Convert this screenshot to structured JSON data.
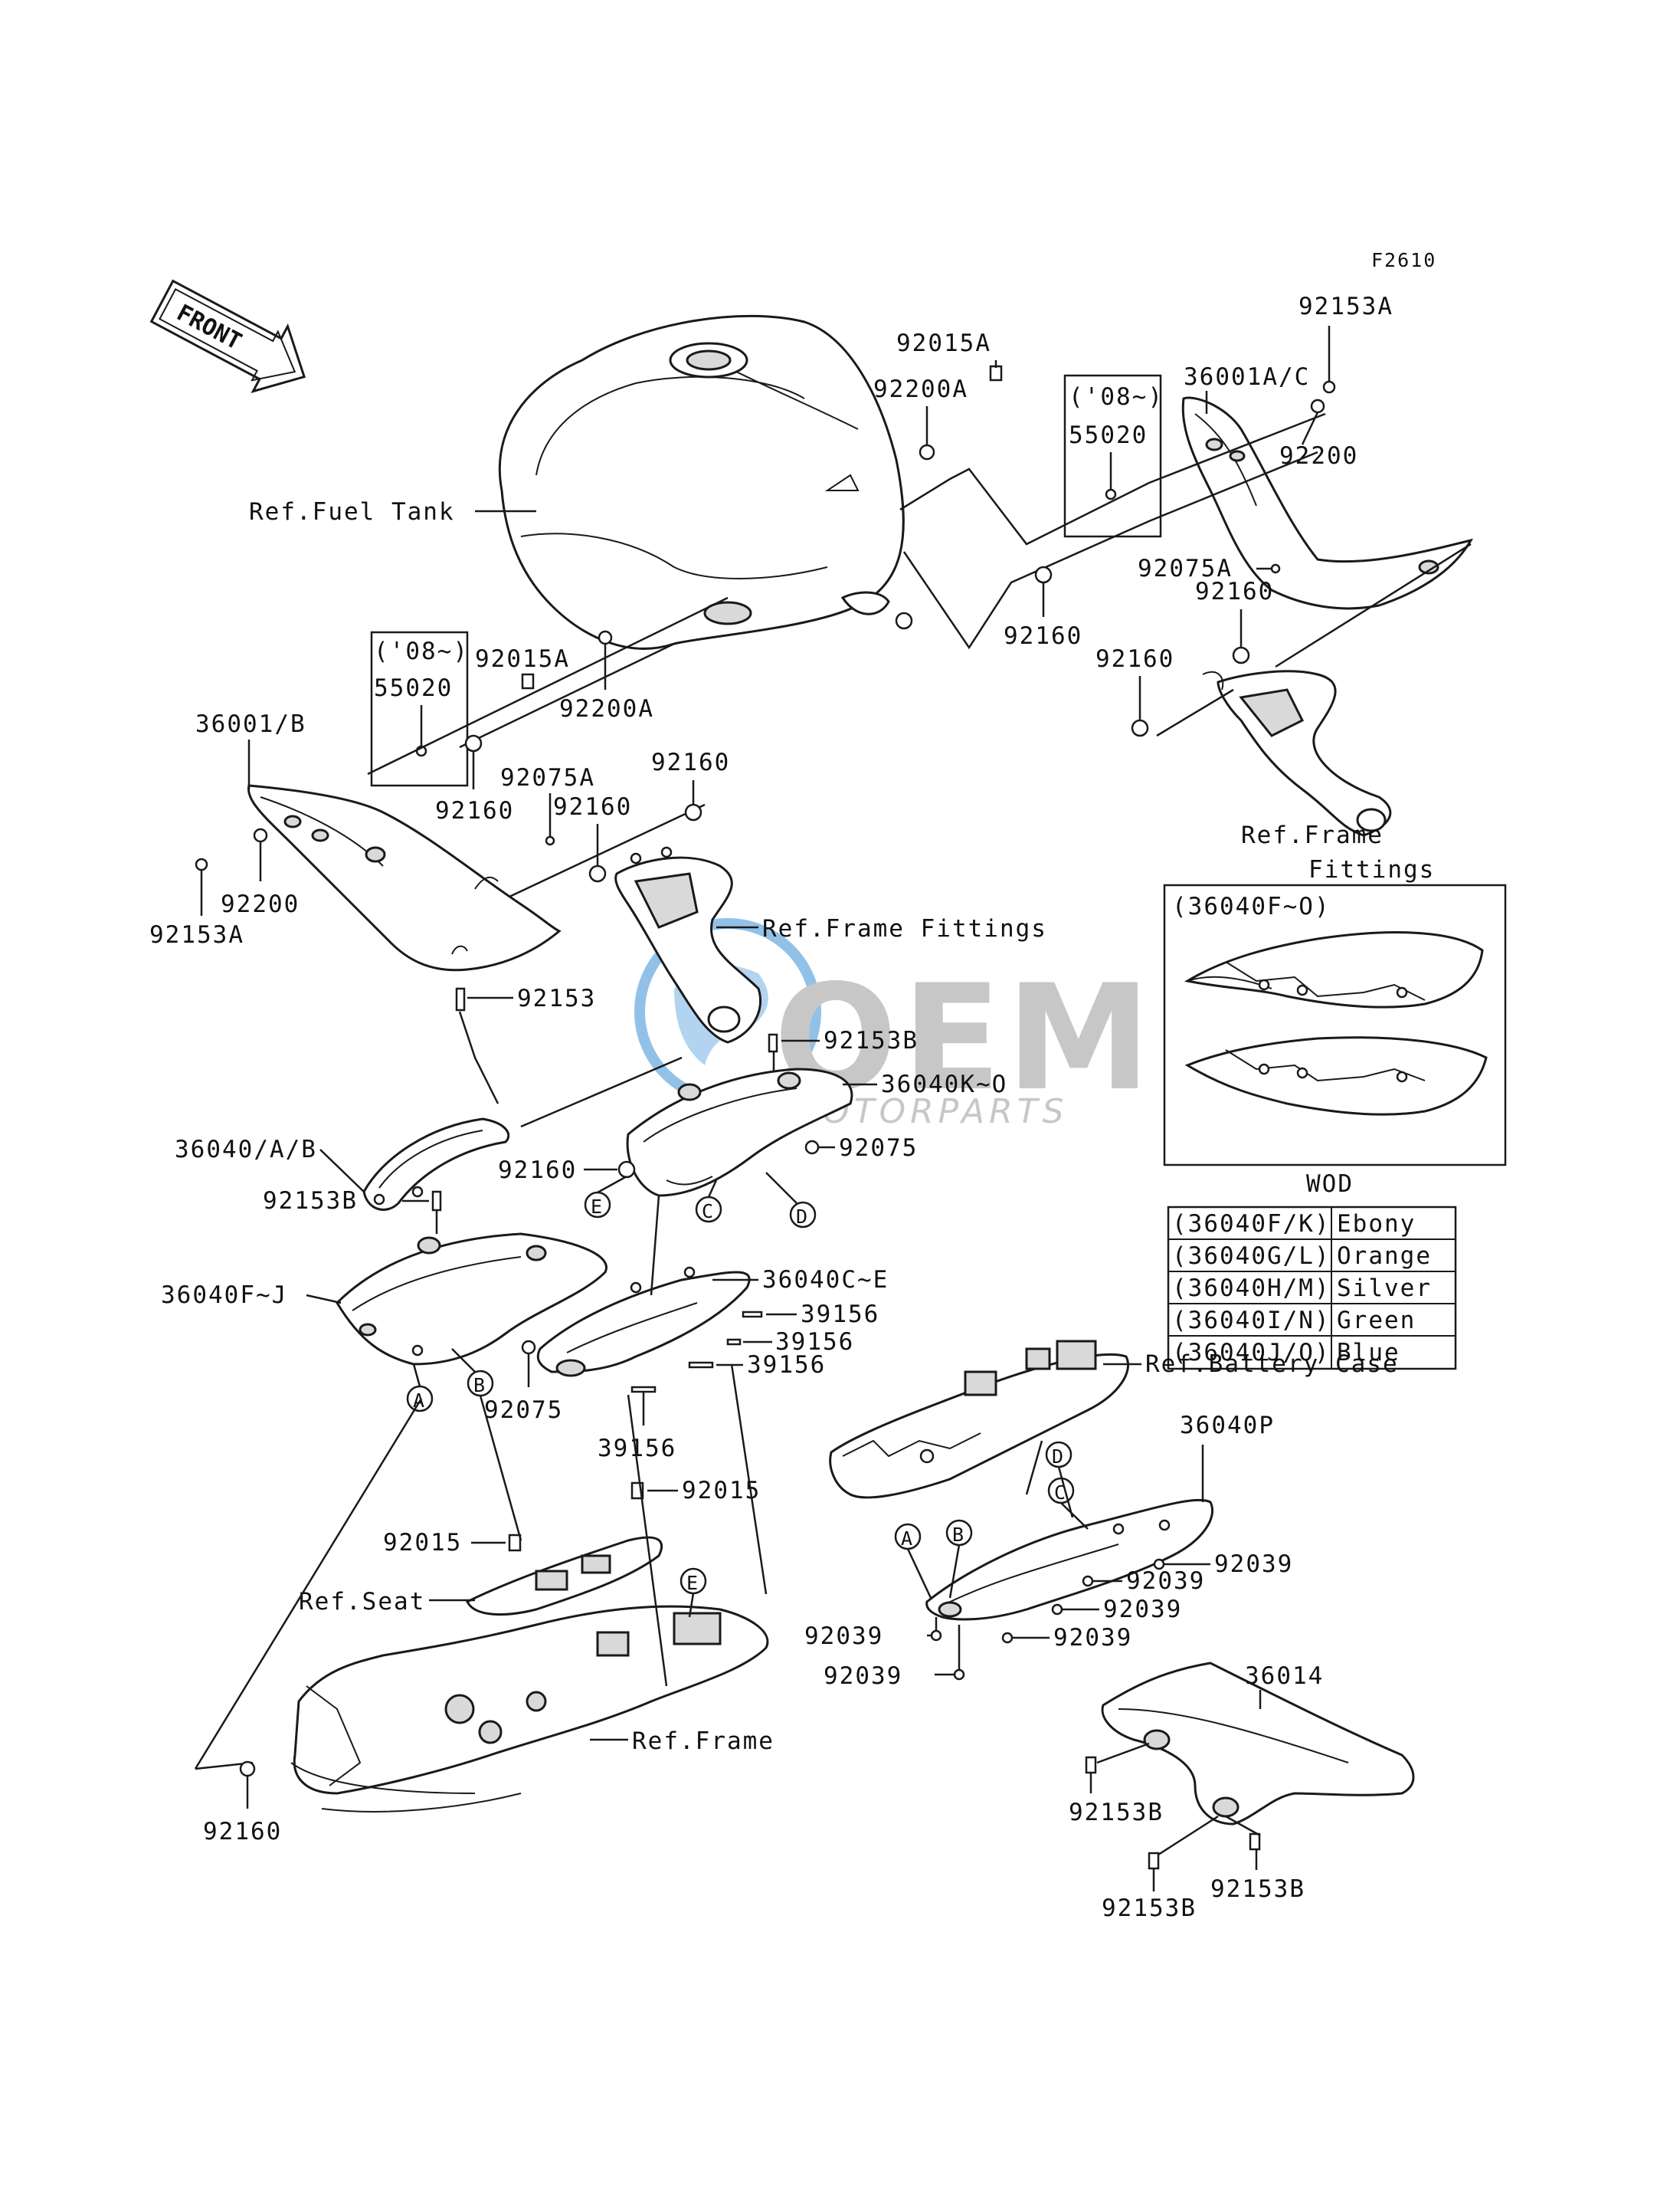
{
  "figure_code": "F2610",
  "front_arrow": {
    "label": "FRONT"
  },
  "watermark": {
    "logo_text": "OEM",
    "tagline": "MOTORPARTS",
    "colors": {
      "blue": "#3a8fd6",
      "gray": "#9a9a9a"
    }
  },
  "references": {
    "fuel_tank": "Ref.Fuel Tank",
    "frame_fittings_center": "Ref.Frame Fittings",
    "frame_fittings_right_l1": "Ref.Frame",
    "frame_fittings_right_l2": "Fittings",
    "battery_case": "Ref.Battery Case",
    "seat": "Ref.Seat",
    "frame": "Ref.Frame"
  },
  "year_notes": {
    "top": "('08~)",
    "left": "('08~)"
  },
  "callout_letters": [
    "A",
    "B",
    "C",
    "D",
    "E"
  ],
  "part_labels": {
    "p36001AC": "36001A/C",
    "p92153A_top": "92153A",
    "p92015A_top": "92015A",
    "p92200A_top": "92200A",
    "p55020_top": "55020",
    "p92200_right": "92200",
    "p92075A_right": "92075A",
    "p92160_r1": "92160",
    "p92160_r2": "92160",
    "p92160_r3": "92160",
    "p92015A_left": "92015A",
    "p55020_left": "55020",
    "p92200A_left": "92200A",
    "p36001B": "36001/B",
    "p92075A_left": "92075A",
    "p92160_l1": "92160",
    "p92160_l2": "92160",
    "p92160_l3": "92160",
    "p92200_left": "92200",
    "p92153A_left": "92153A",
    "p92153": "92153",
    "p92153B_center": "92153B",
    "p36040K0": "36040K~O",
    "p36040AB": "36040/A/B",
    "p92160_c": "92160",
    "p92075_c": "92075",
    "p92153B_left": "92153B",
    "p36040FJ": "36040F~J",
    "p36040CE": "36040C~E",
    "p39156_1": "39156",
    "p39156_2": "39156",
    "p39156_3": "39156",
    "p39156_4": "39156",
    "p92075_b": "92075",
    "p92015_1": "92015",
    "p92015_2": "92015",
    "p92160_bottom": "92160",
    "p36040P": "36040P",
    "p92039_1": "92039",
    "p92039_2": "92039",
    "p92039_3": "92039",
    "p92039_4": "92039",
    "p92039_5": "92039",
    "p92039_6": "92039",
    "p36014": "36014",
    "p92153B_r1": "92153B",
    "p92153B_r2": "92153B",
    "p92153B_r3": "92153B"
  },
  "inset": {
    "title": "(36040F~O)"
  },
  "color_table": {
    "title": "WOD",
    "rows": [
      {
        "code": "(36040F/K)",
        "color": "Ebony"
      },
      {
        "code": "(36040G/L)",
        "color": "Orange"
      },
      {
        "code": "(36040H/M)",
        "color": "Silver"
      },
      {
        "code": "(36040I/N)",
        "color": "Green"
      },
      {
        "code": "(36040J/O)",
        "color": "Blue"
      }
    ]
  }
}
